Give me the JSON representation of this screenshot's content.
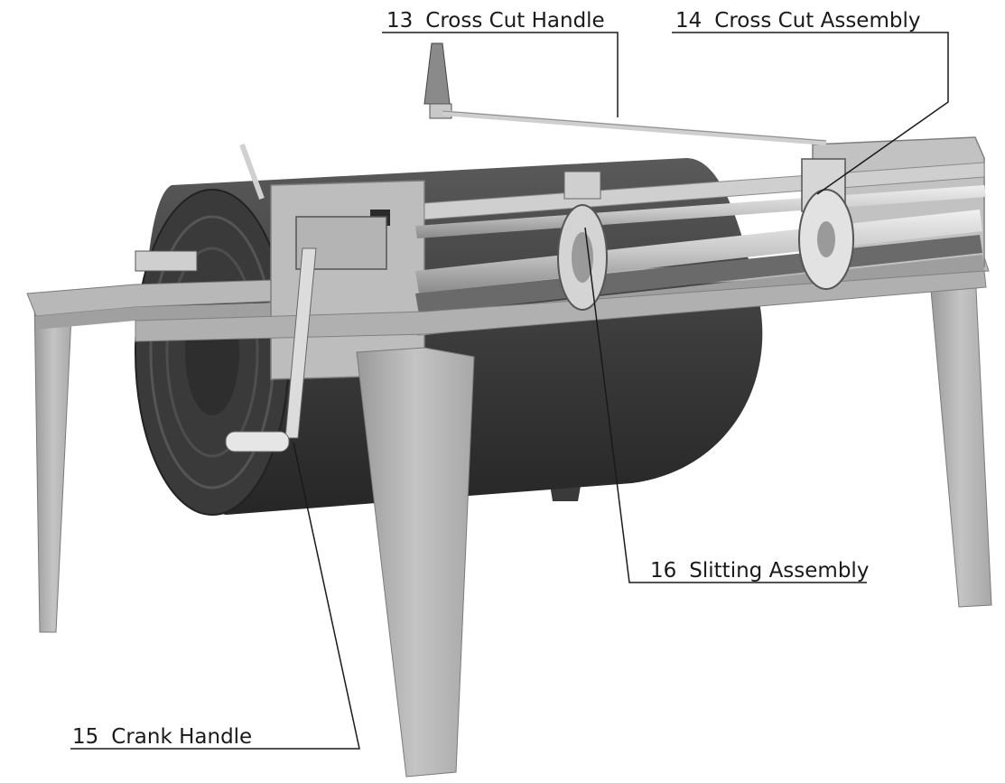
{
  "callouts": [
    {
      "id": "13",
      "number": "13",
      "label": "Cross Cut Handle"
    },
    {
      "id": "14",
      "number": "14",
      "label": "Cross Cut Assembly"
    },
    {
      "id": "15",
      "number": "15",
      "label": "Crank Handle"
    },
    {
      "id": "16",
      "number": "16",
      "label": "Slitting Assembly"
    }
  ],
  "colors": {
    "frame": "#bcbcbc",
    "frame_dark": "#8f8f8f",
    "roll": "#4a4a4a",
    "roll_dark": "#2e2e2e",
    "rod": "#d9d9d9",
    "leader": "#1a1a1a"
  }
}
